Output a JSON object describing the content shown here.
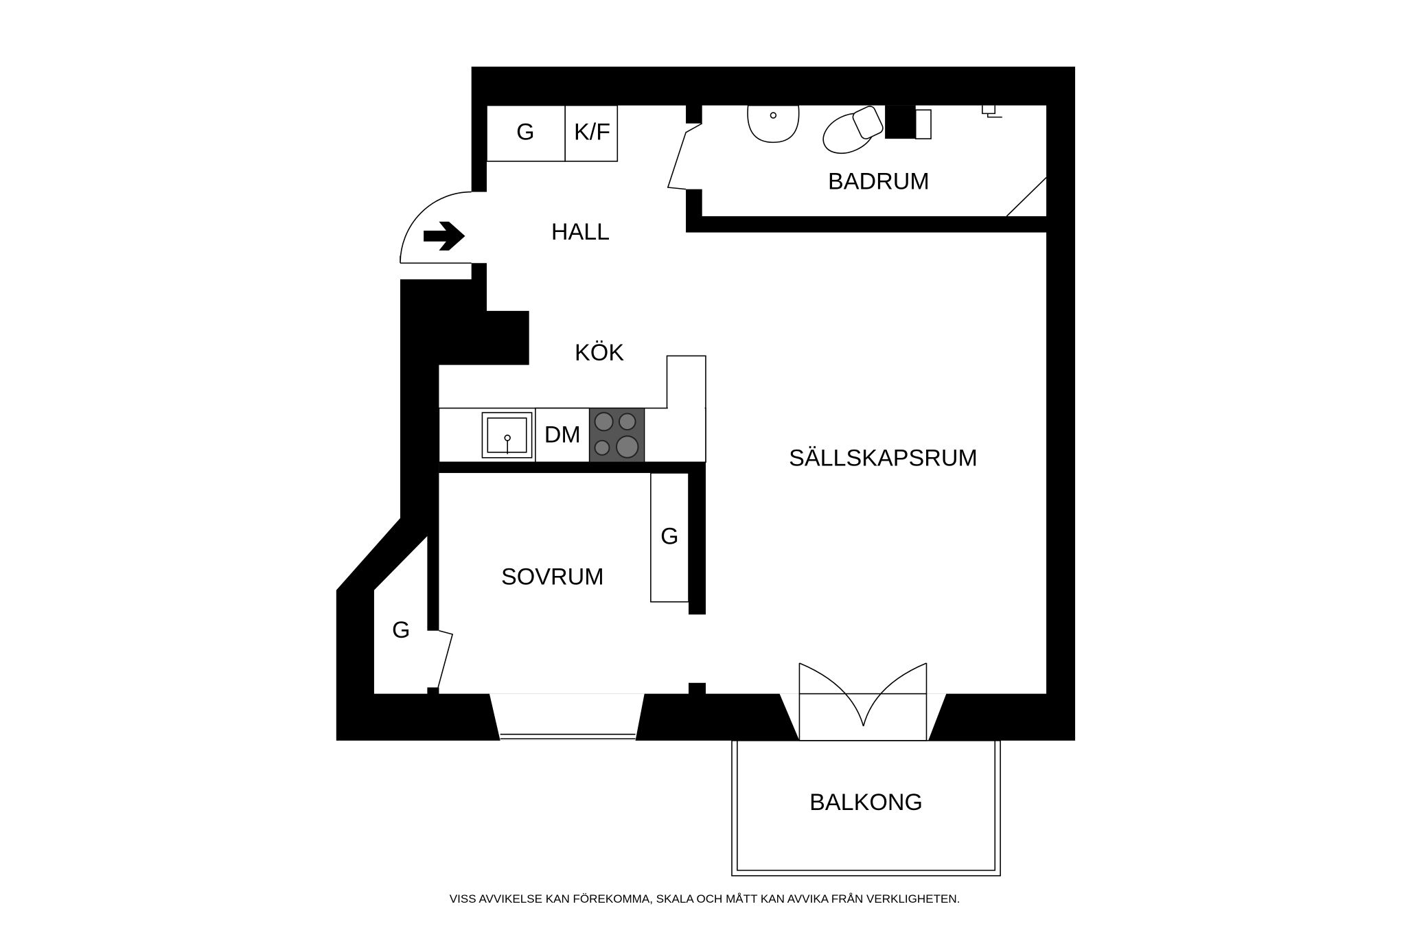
{
  "rooms": {
    "hall": "HALL",
    "kok": "KÖK",
    "badrum": "BADRUM",
    "sallskapsrum": "SÄLLSKAPSRUM",
    "sovrum": "SOVRUM",
    "balkong": "BALKONG"
  },
  "fixtures": {
    "hall_closet": "G",
    "fridge_freezer": "K/F",
    "dishwasher": "DM",
    "bedroom_wardrobe": "G",
    "side_closet": "G"
  },
  "icons": {
    "entrance": "arrow-right-icon"
  },
  "colors": {
    "wall": "#000000",
    "stove": "#555555",
    "background": "#ffffff"
  },
  "footer": {
    "disclaimer": "VISS AVVIKELSE KAN FÖREKOMMA, SKALA OCH MÅTT KAN AVVIKA FRÅN VERKLIGHETEN."
  }
}
